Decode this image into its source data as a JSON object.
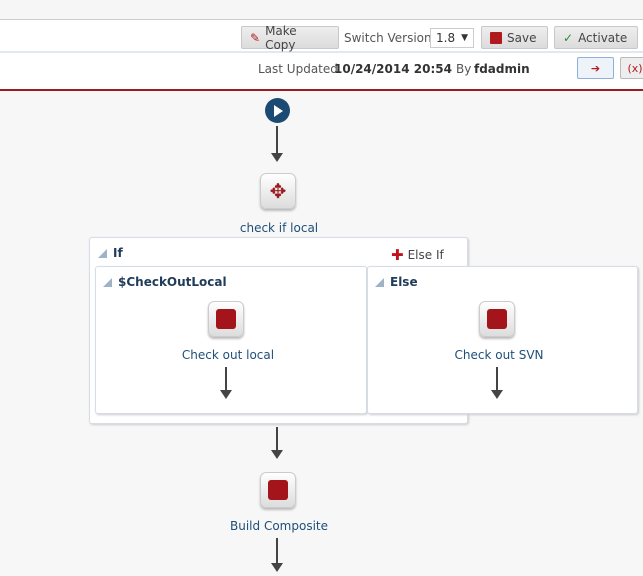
{
  "toolbar": {
    "make_copy": "Make Copy",
    "switch_version_label": "Switch Version",
    "version": "1.8",
    "save": "Save",
    "activate": "Activate"
  },
  "info": {
    "last_updated_label": "Last Updated",
    "last_updated": "10/24/2014 20:54",
    "by_label": "By",
    "user": "fdadmin",
    "variables_button": "(x)"
  },
  "flow": {
    "start_label": "",
    "check_node": "check if local",
    "if_block": {
      "title": "If",
      "else_if": "Else If",
      "branches": [
        {
          "title": "$CheckOutLocal",
          "node": "Check out local"
        },
        {
          "title": "Else",
          "node": "Check out SVN"
        }
      ]
    },
    "build_node": "Build Composite"
  },
  "colors": {
    "accent": "#9b1c20",
    "link": "#1e4f7a",
    "start": "#1b4a72"
  }
}
